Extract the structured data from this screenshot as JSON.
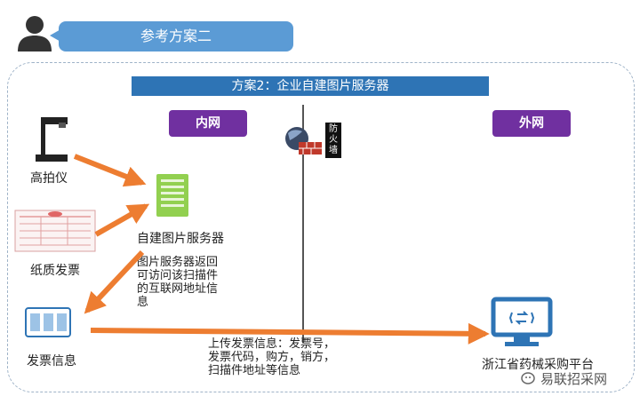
{
  "header": {
    "title": "参考方案二"
  },
  "banner": {
    "title": "方案2：企业自建图片服务器"
  },
  "zones": {
    "internal": "内网",
    "external": "外网"
  },
  "firewall": {
    "label": "防火墙"
  },
  "devices": {
    "scanner": "高拍仪",
    "paper_invoice": "纸质发票",
    "image_server": "自建图片服务器",
    "invoice_info": "发票信息",
    "platform": "浙江省药械采购平台"
  },
  "notes": {
    "server_return": [
      "图片服务器返回",
      "可访问该扫描件",
      "的互联网地址信",
      "息"
    ],
    "upload": [
      "上传发票信息：发票号，",
      "发票代码，购方，销方，",
      "扫描件地址等信息"
    ]
  },
  "watermark": {
    "text": "易联招采网"
  },
  "colors": {
    "arrow": "#ed7d31",
    "zone": "#7030a0",
    "banner": "#2e74b5",
    "bubble": "#5b9bd5"
  }
}
